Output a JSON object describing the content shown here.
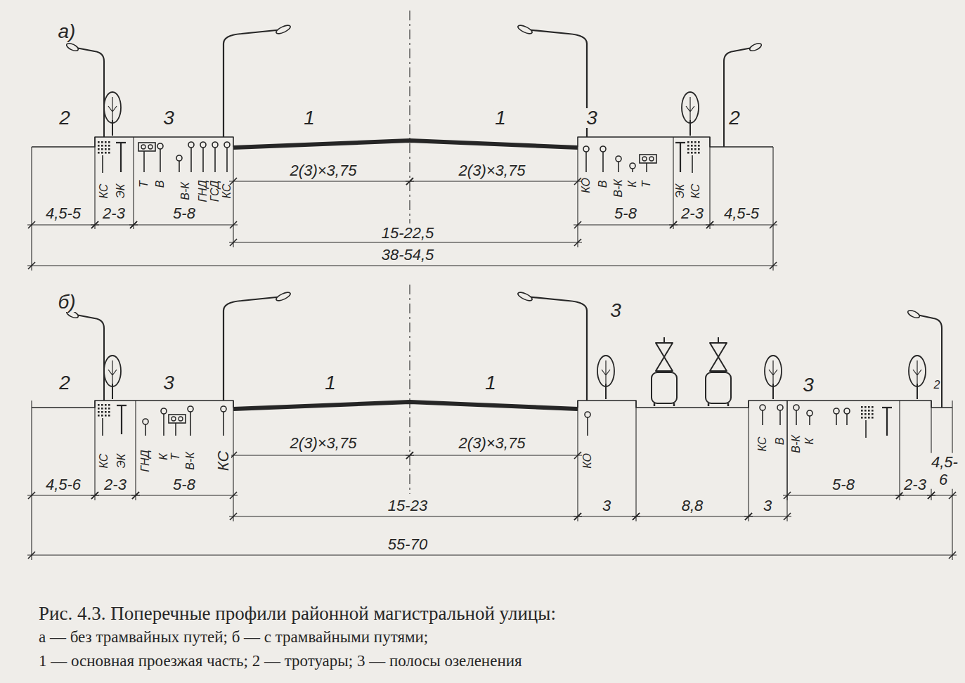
{
  "diagram": {
    "caption": "Рис. 4.3. Поперечные профили районной магистральной улицы:",
    "labels": [
      "а)",
      "2",
      "3",
      "1",
      "1",
      "3",
      "2",
      "КС",
      "ЭК",
      "Т",
      "В",
      "В-К",
      "ГНД",
      "ГСД",
      "КС",
      "2(3)×3,75",
      "2(3)×3,75",
      "КО",
      "В",
      "В-К",
      "К",
      "Т",
      "ЭК",
      "КС",
      "4,5-5",
      "2-3",
      "5-8",
      "15-22,5",
      "5-8",
      "2-3",
      "4,5-5",
      "38-54,5",
      "б)",
      "2",
      "3",
      "1",
      "1",
      "3",
      "3",
      "2",
      "КС",
      "ЭК",
      "ГНД",
      "К",
      "Т",
      "В-К",
      "КС",
      "2(3)×3,75",
      "2(3)×3,75",
      "КО",
      "КС",
      "В",
      "В-К",
      "К",
      "4,5-6",
      "2-3",
      "5-8",
      "15-23",
      "3",
      "8,8",
      "3",
      "5-8",
      "2-3",
      "4,5-6",
      "55-70",
      "а — без трамвайных путей; б — с трамвайными путями;",
      "1 — основная проезжая часть; 2 — тротуары; 3 — полосы озеленения"
    ]
  }
}
